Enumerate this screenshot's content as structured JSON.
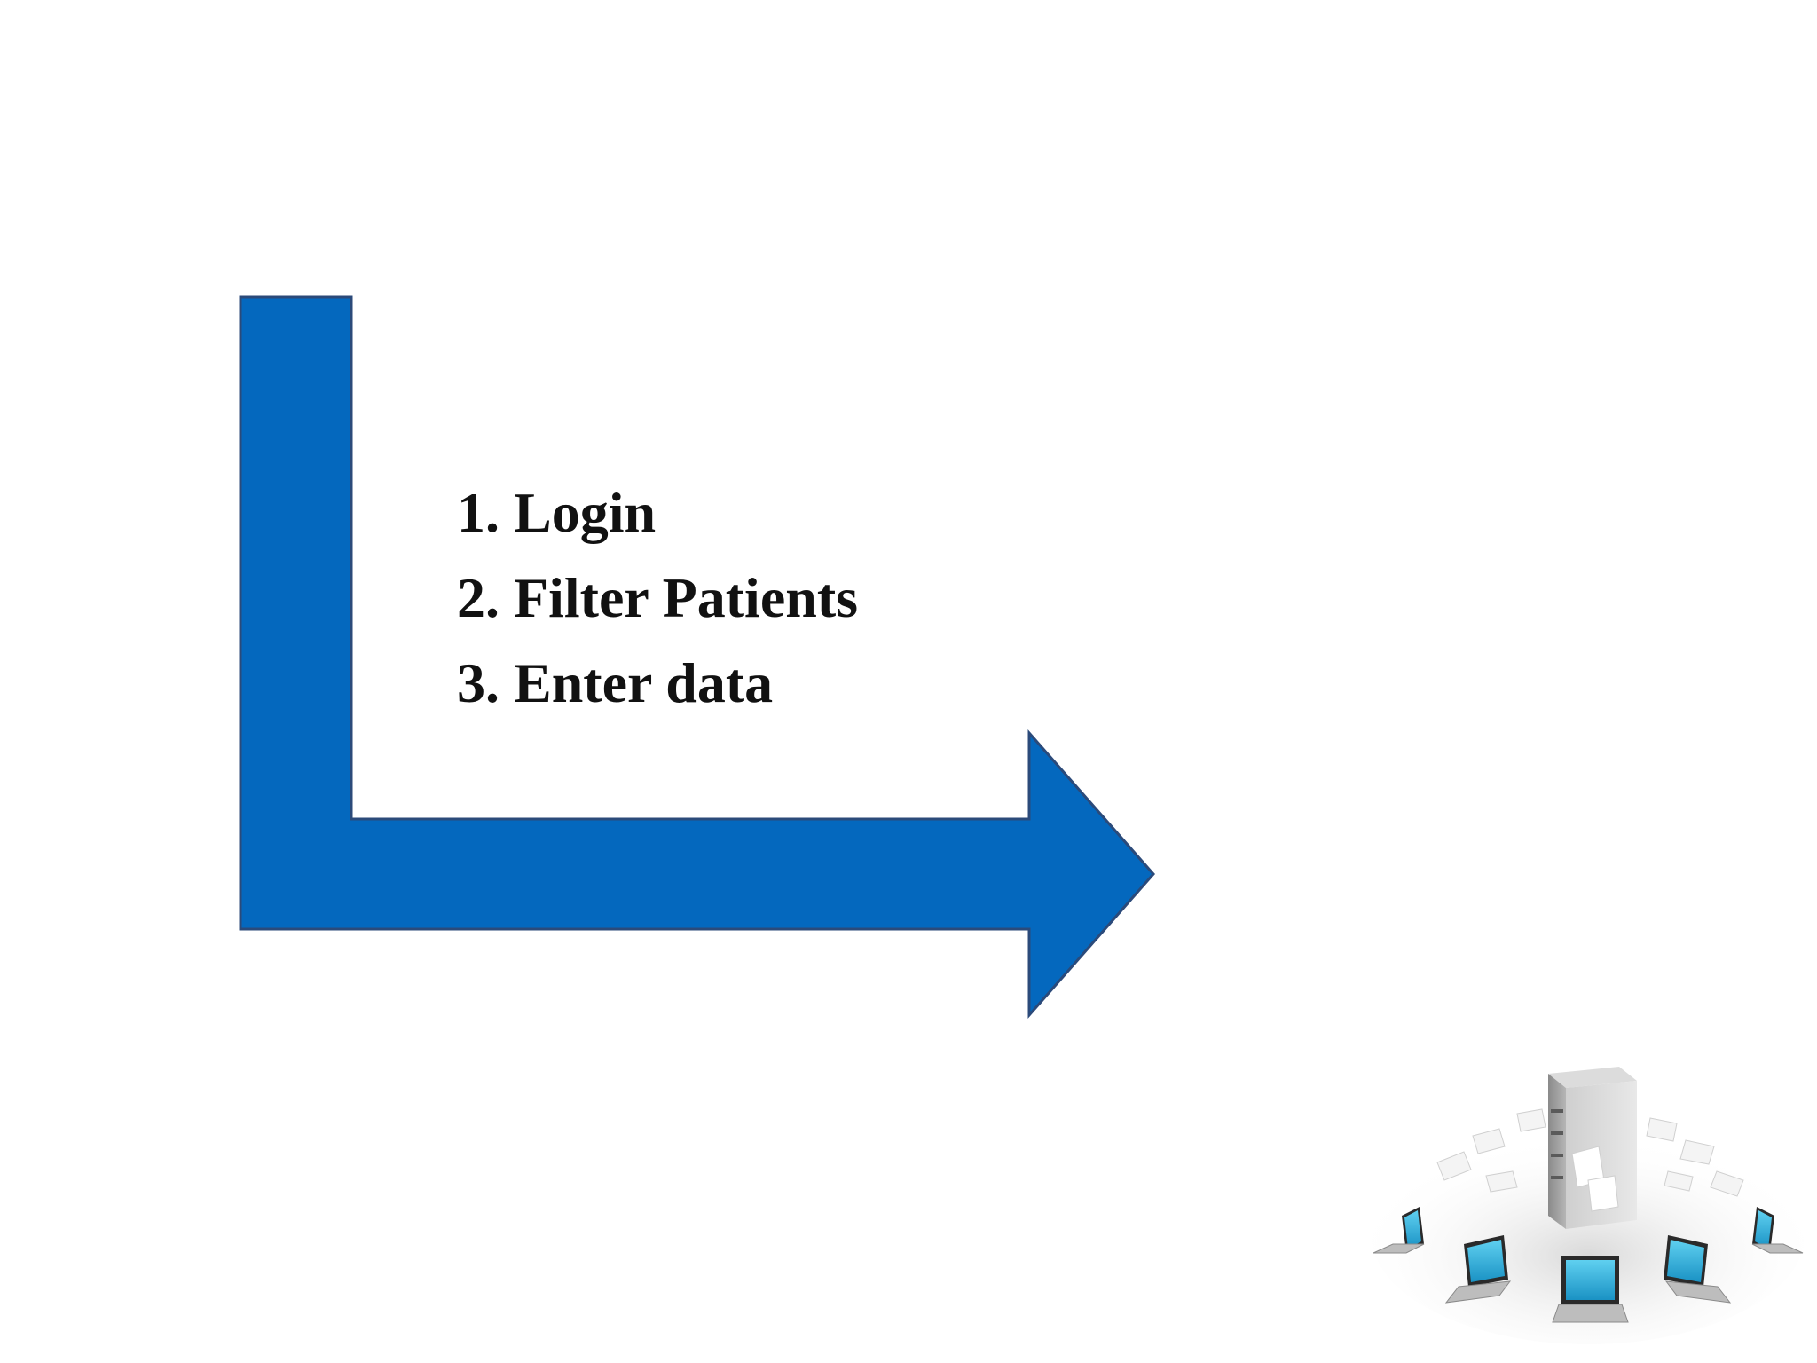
{
  "diagram": {
    "arrow_color": "#0468BE",
    "arrow_stroke": "#2B4A7A",
    "steps": [
      {
        "label": "1. Login"
      },
      {
        "label": "2. Filter Patients"
      },
      {
        "label": "3. Enter data"
      }
    ]
  },
  "illustration": {
    "icon": "server-network-icon",
    "screen_color": "#1BA9D6",
    "server_color": "#9A9A9A"
  }
}
